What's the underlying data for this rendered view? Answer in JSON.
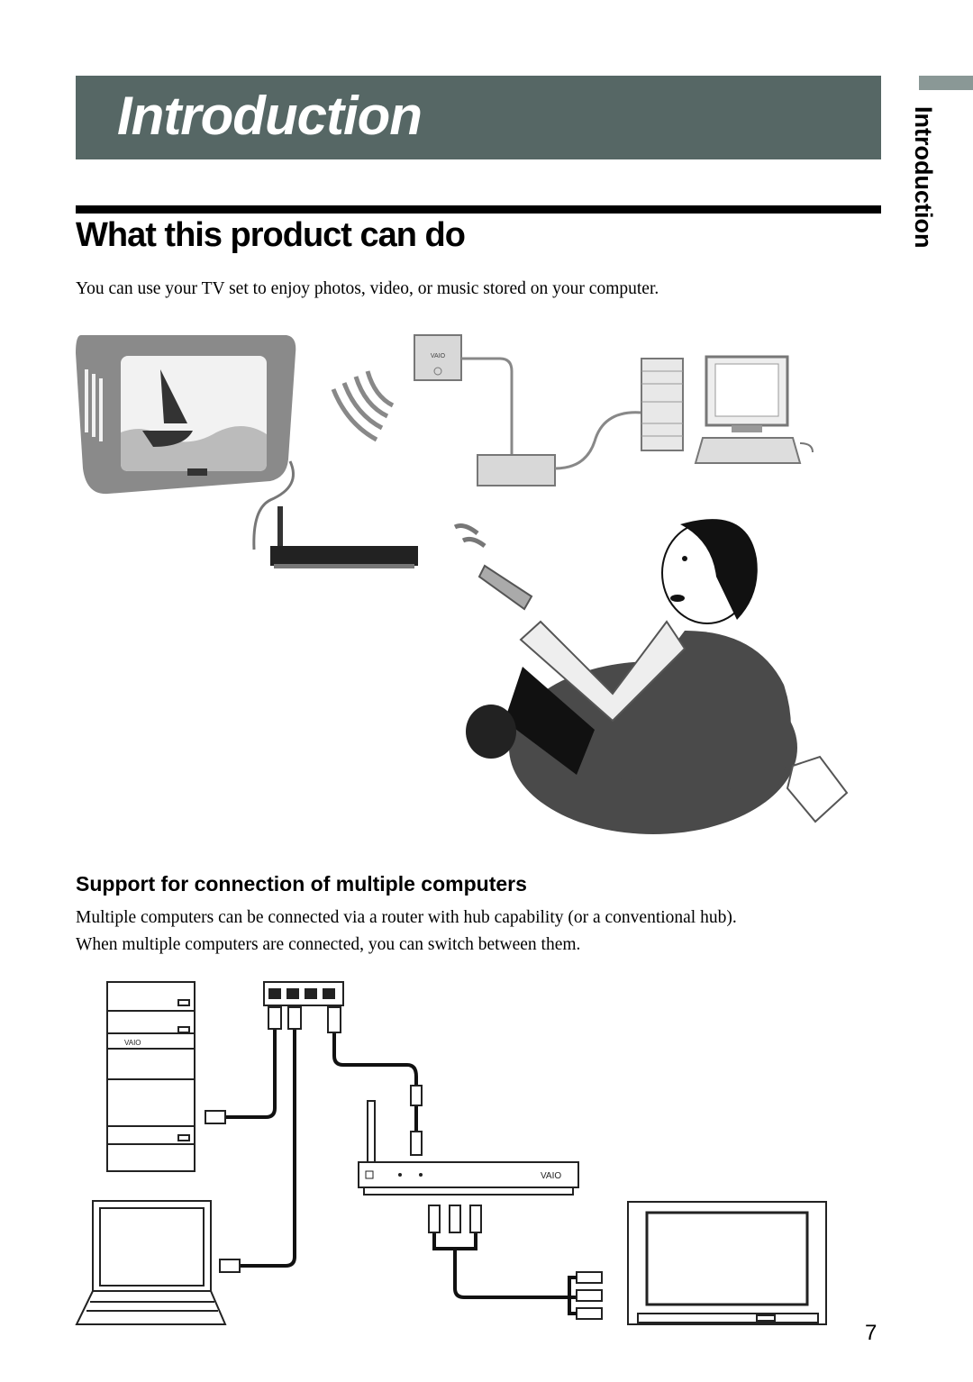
{
  "chapter": {
    "title": "Introduction",
    "side_label": "Introduction"
  },
  "section": {
    "title": "What this product can do",
    "intro": "You can use your TV set to enjoy photos, video, or music stored on your computer."
  },
  "subsection": {
    "title": "Support for connection of multiple computers",
    "line1": "Multiple computers can be connected via a router with hub capability (or a conventional hub).",
    "line2": "When multiple computers are connected, you can switch between them."
  },
  "illustrations": {
    "device_brand": "VAIO",
    "icons": [
      "tv-set-icon",
      "access-point-icon",
      "modem-icon",
      "desktop-computer-icon",
      "media-receiver-icon",
      "person-with-remote-icon",
      "hub-icon",
      "laptop-icon",
      "widescreen-tv-icon"
    ]
  },
  "page_number": "7"
}
